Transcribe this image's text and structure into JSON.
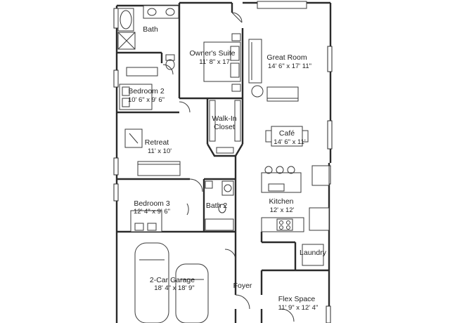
{
  "rooms": {
    "bath": {
      "name": "Bath"
    },
    "owners_suite": {
      "name": "Owner's Suite",
      "dims": "11' 8\" x 17'"
    },
    "great_room": {
      "name": "Great Room",
      "dims": "14' 6\" x 17' 11\""
    },
    "bedroom2": {
      "name": "Bedroom 2",
      "dims": "10' 6\" x 9' 6\""
    },
    "walk_in_closet": {
      "name_line1": "Walk-In",
      "name_line2": "Closet"
    },
    "cafe": {
      "name": "Café",
      "dims": "14' 6\" x 11'"
    },
    "retreat": {
      "name": "Retreat",
      "dims": "11' x 10'"
    },
    "bedroom3": {
      "name": "Bedroom 3",
      "dims": "12' 4\" x 9' 6\""
    },
    "bath2": {
      "name": "Bath 2"
    },
    "kitchen": {
      "name": "Kitchen",
      "dims": "12' x 12'"
    },
    "laundry": {
      "name": "Laundry"
    },
    "garage": {
      "name": "2-Car Garage",
      "dims": "18' 4\" x 18' 9\""
    },
    "foyer": {
      "name": "Foyer"
    },
    "flex_space": {
      "name": "Flex Space",
      "dims": "11' 9\" x 12' 4\""
    }
  }
}
